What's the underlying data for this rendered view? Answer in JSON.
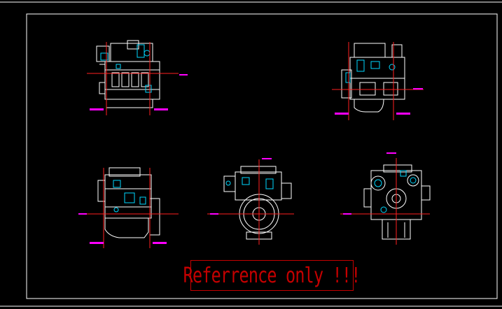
{
  "drawing": {
    "stamp_text": "Referrence only !!!",
    "colors": {
      "background": "#000000",
      "frame": "#ffffff",
      "linework": "#ffffff",
      "detail": "#00d8ff",
      "centerline": "#ff2020",
      "dimension": "#ff00ff",
      "stamp": "#c40000"
    },
    "views": [
      {
        "id": "top-left-side-view"
      },
      {
        "id": "top-right-side-view"
      },
      {
        "id": "bottom-left-side-view"
      },
      {
        "id": "bottom-center-rear-view"
      },
      {
        "id": "bottom-right-front-view"
      }
    ]
  }
}
